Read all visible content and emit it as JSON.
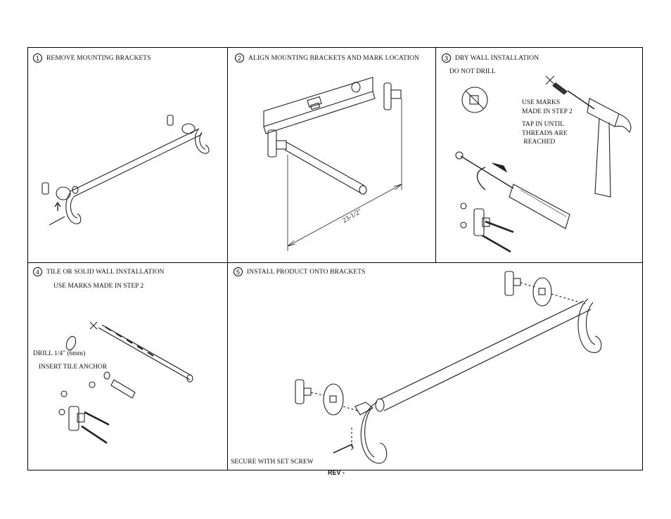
{
  "steps": [
    {
      "number": "1",
      "title": "REMOVE MOUNTING BRACKETS"
    },
    {
      "number": "2",
      "title": "ALIGN MOUNTING BRACKETS AND MARK LOCATION",
      "dimension": "23-1/2\""
    },
    {
      "number": "3",
      "title": "DRY WALL INSTALLATION",
      "warning": "DO NOT DRILL",
      "notes": [
        "USE MARKS",
        "MADE IN STEP 2",
        "TAP IN UNTIL",
        "THREADS ARE",
        " REACHED"
      ]
    },
    {
      "number": "4",
      "title": "TILE OR SOLID WALL INSTALLATION",
      "subtitle": "USE MARKS MADE IN STEP 2",
      "drill_note": "DRILL 1/4\" (6mm)",
      "anchor_note": "INSERT TILE ANCHOR"
    },
    {
      "number": "5",
      "title": "INSTALL PRODUCT ONTO BRACKETS",
      "footer_note": "SECURE WITH SET SCREW"
    }
  ],
  "revision": "REV -"
}
